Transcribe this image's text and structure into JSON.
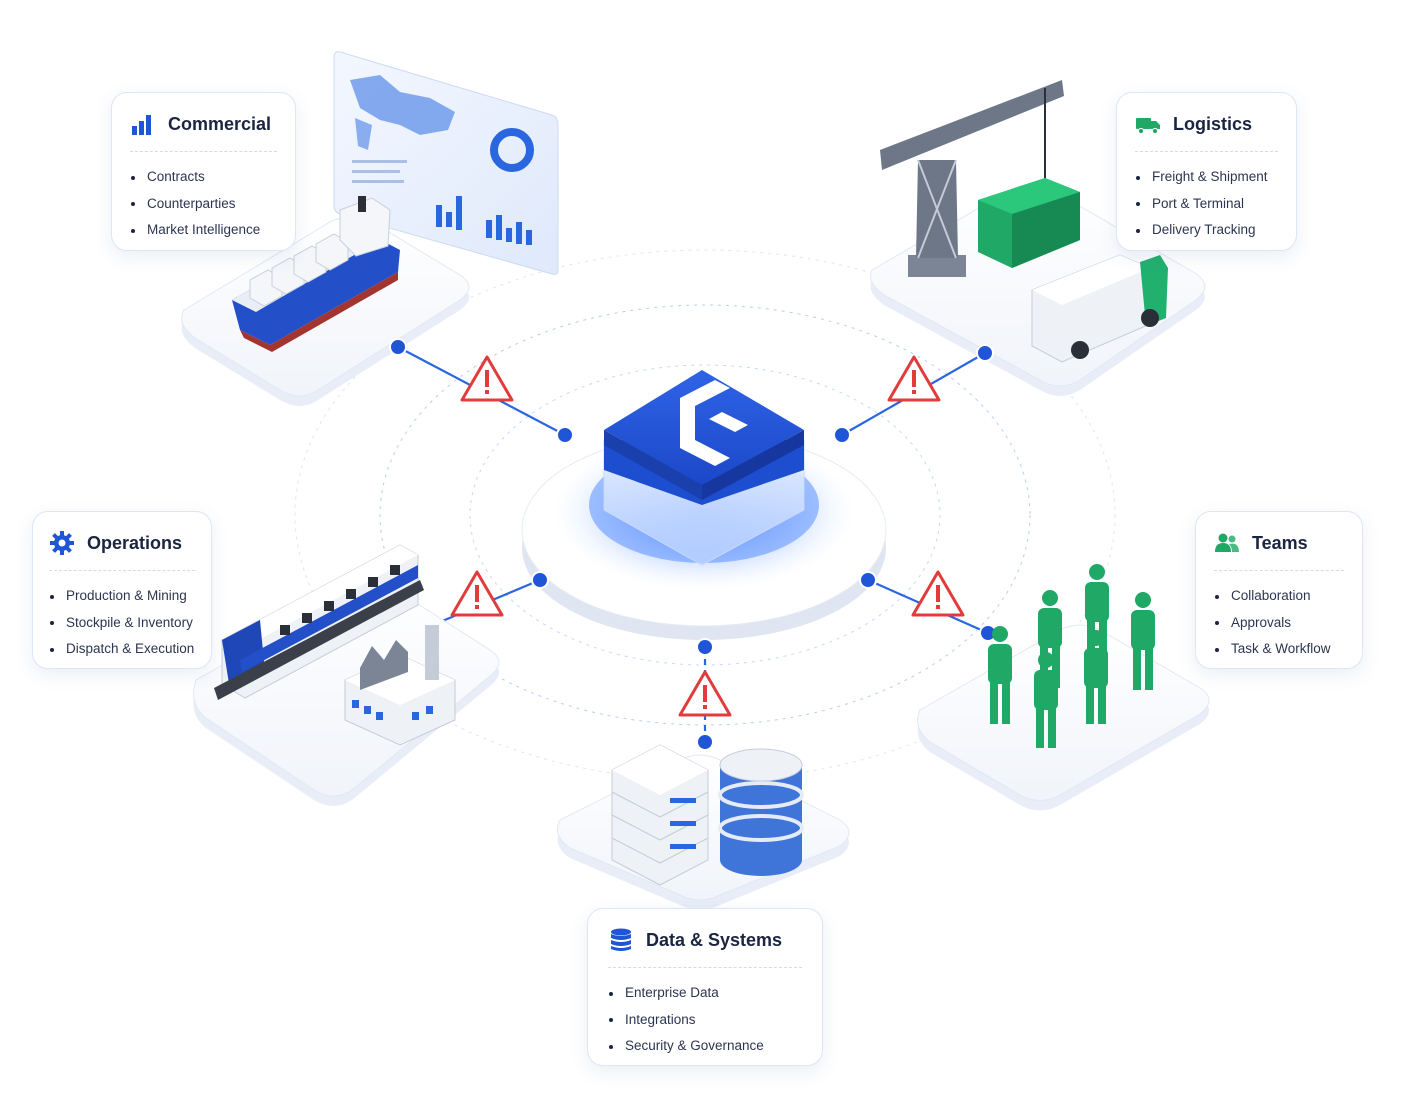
{
  "modules": {
    "commercial": {
      "title": "Commercial",
      "items": [
        "Contracts",
        "Counterparties",
        "Market Intelligence"
      ],
      "icon": "bar-chart-icon"
    },
    "logistics": {
      "title": "Logistics",
      "items": [
        "Freight & Shipment",
        "Port & Terminal",
        "Delivery Tracking"
      ],
      "icon": "truck-icon"
    },
    "operations": {
      "title": "Operations",
      "items": [
        "Production & Mining",
        "Stockpile & Inventory",
        "Dispatch & Execution"
      ],
      "icon": "gear-icon"
    },
    "teams": {
      "title": "Teams",
      "items": [
        "Collaboration",
        "Approvals",
        "Task & Workflow"
      ],
      "icon": "users-icon"
    },
    "data": {
      "title": "Data & Systems",
      "items": [
        "Enterprise Data",
        "Integrations",
        "Security & Governance"
      ],
      "icon": "database-icon"
    }
  },
  "hub": {
    "icon": "platform-logo-icon"
  },
  "warning_icon": "warning-triangle-icon",
  "colors": {
    "brand_blue": "#1f55d6",
    "accent_green": "#1fa866",
    "warning_red": "#e23b3b",
    "card_border": "#dde6f4"
  }
}
